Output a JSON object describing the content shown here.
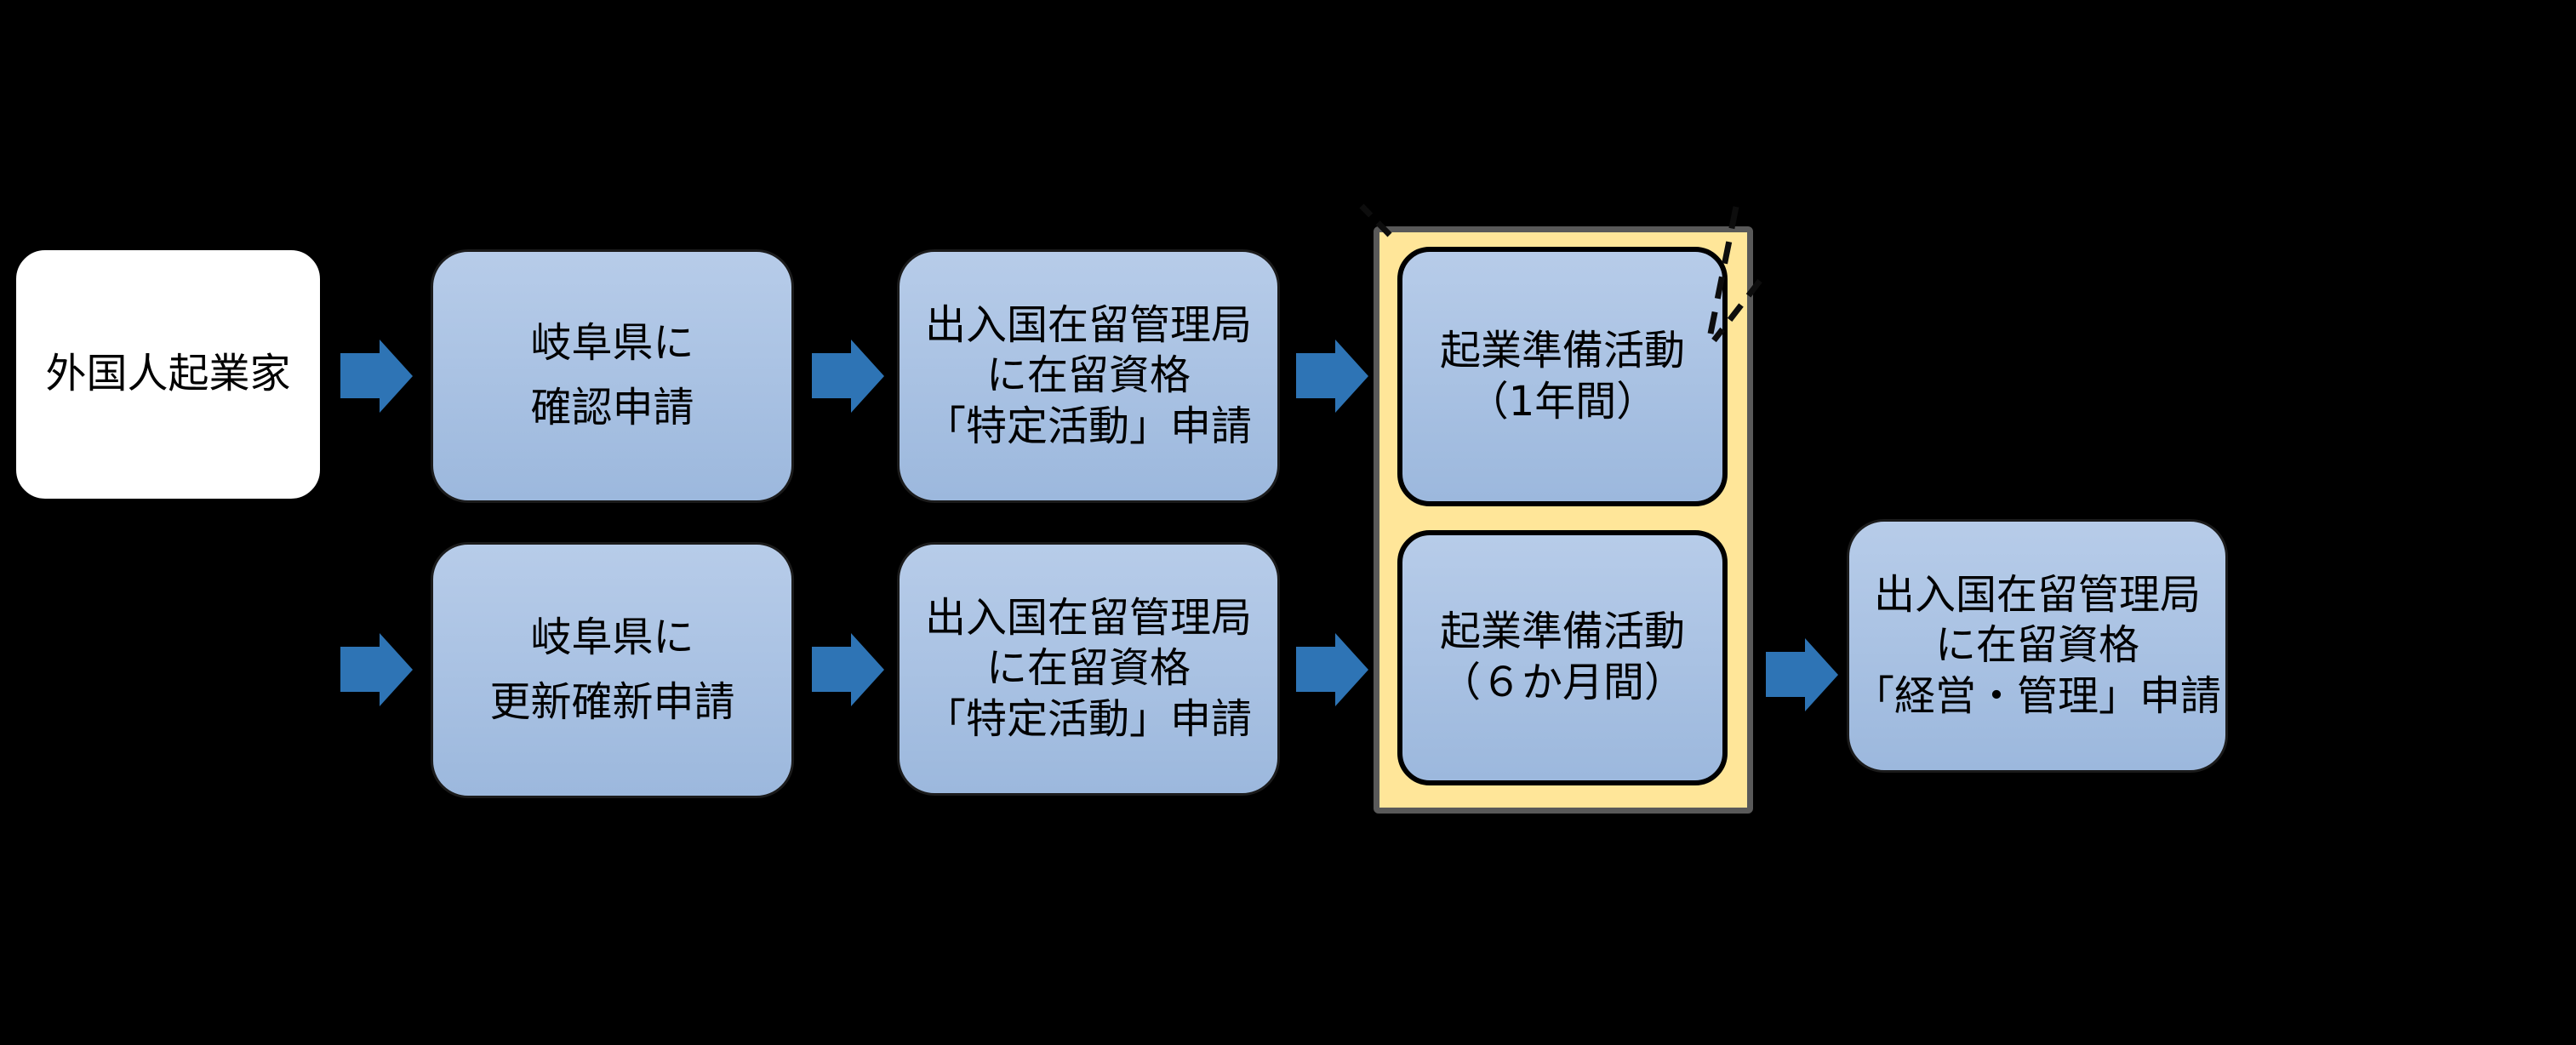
{
  "palette": {
    "bg": "#000000",
    "ink": "#000000",
    "white": "#ffffff",
    "blueTop": "#b7cce9",
    "blueBottom": "#9cb8dd",
    "arrow": "#2e74b5",
    "yellow": "#ffe699",
    "yellowBorder": "#595959"
  },
  "flow": {
    "actor": {
      "label": "外国人起業家"
    },
    "row1": {
      "confirm": {
        "label": "岐阜県に\n確認申請"
      },
      "visa": {
        "label": "出入国在留管理局\nに在留資格\n「特定活動」申請"
      },
      "activity": {
        "label": "起業準備活動\n（1年間）"
      }
    },
    "row2": {
      "renew": {
        "label": "岐阜県に\n更新確新申請"
      },
      "visa": {
        "label": "出入国在留管理局\nに在留資格\n「特定活動」申請"
      },
      "activity": {
        "label": "起業準備活動\n（６か月間）"
      },
      "final": {
        "label": "出入国在留管理局\nに在留資格\n「経営・管理」申請"
      }
    }
  }
}
